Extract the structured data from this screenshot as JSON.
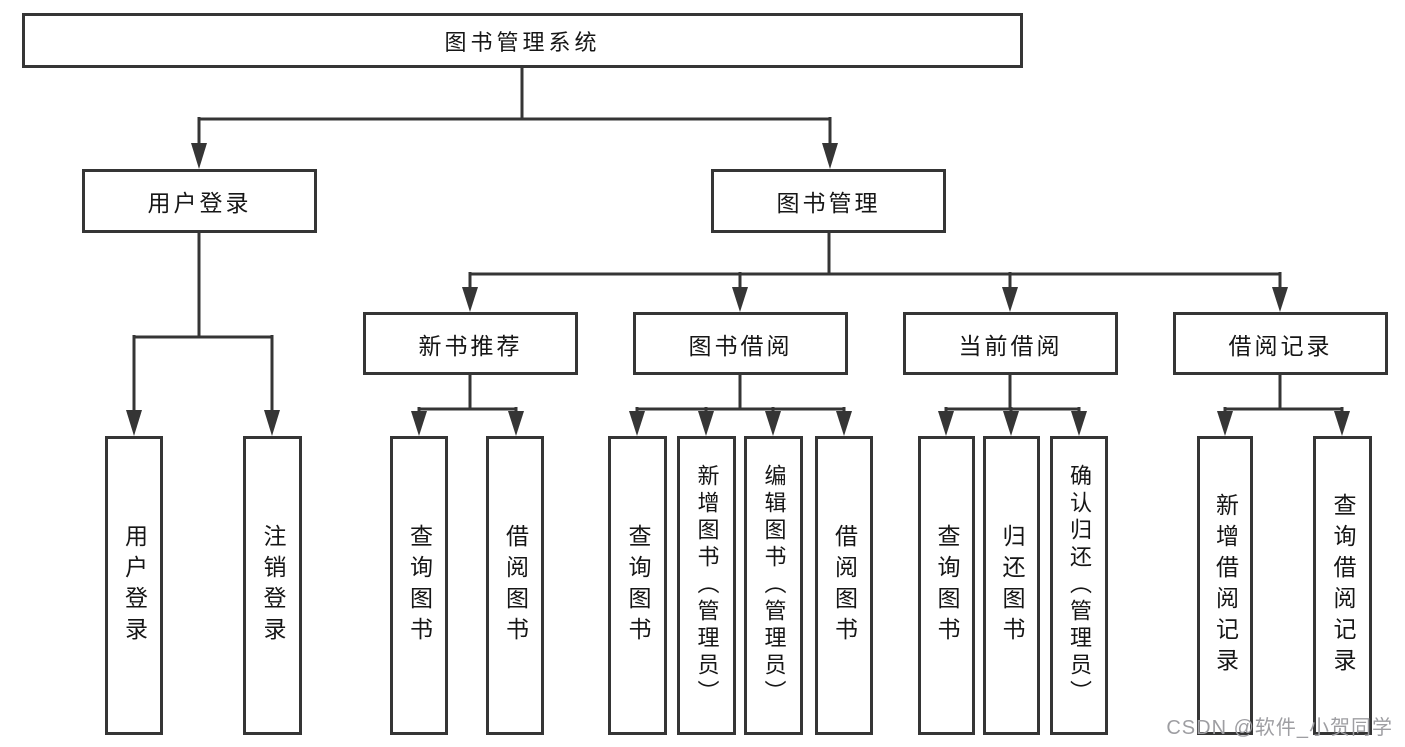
{
  "diagram": {
    "root_label": "图书管理系统",
    "level2": {
      "user_login": "用户登录",
      "book_management": "图书管理"
    },
    "level3": {
      "new_book_recommend": "新书推荐",
      "book_borrow": "图书借阅",
      "current_borrow": "当前借阅",
      "borrow_records": "借阅记录"
    },
    "leaves": {
      "user_login": "用户登录",
      "logout_login": "注销登录",
      "nb_query_books": "查询图书",
      "nb_borrow_books": "借阅图书",
      "bb_query_books": "查询图书",
      "bb_add_books": "新增图书（管理员）",
      "bb_edit_books": "编辑图书（管理员）",
      "bb_borrow_books": "借阅图书",
      "cb_query_books": "查询图书",
      "cb_return_books": "归还图书",
      "cb_confirm_return": "确认归还（管理员）",
      "br_add_record": "新增借阅记录",
      "br_query_record": "查询借阅记录"
    }
  },
  "watermark": "CSDN @软件_小贺同学",
  "colors": {
    "line": "#353535",
    "text": "#161616",
    "watermark_gray": "#9e9ea2",
    "background": "#ffffff"
  }
}
